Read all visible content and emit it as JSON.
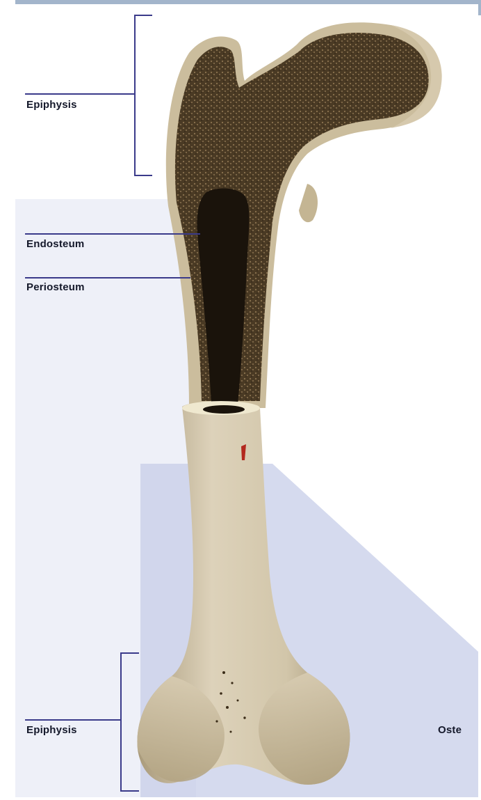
{
  "labels": {
    "epiphysis_top": "Epiphysis",
    "endosteum": "Endosteum",
    "periosteum": "Periosteum",
    "epiphysis_bottom": "Epiphysis",
    "osteo_partial": "Oste"
  },
  "colors": {
    "bone_surface": "#d8ccb2",
    "bone_shadow": "#a89878",
    "spongy_bone": "#4a3a24",
    "marrow_cavity": "#1a130b",
    "compact_bone": "#cbbd9d",
    "leader_line": "#3a3a8a",
    "backdrop_blue": "#c7cde8"
  }
}
